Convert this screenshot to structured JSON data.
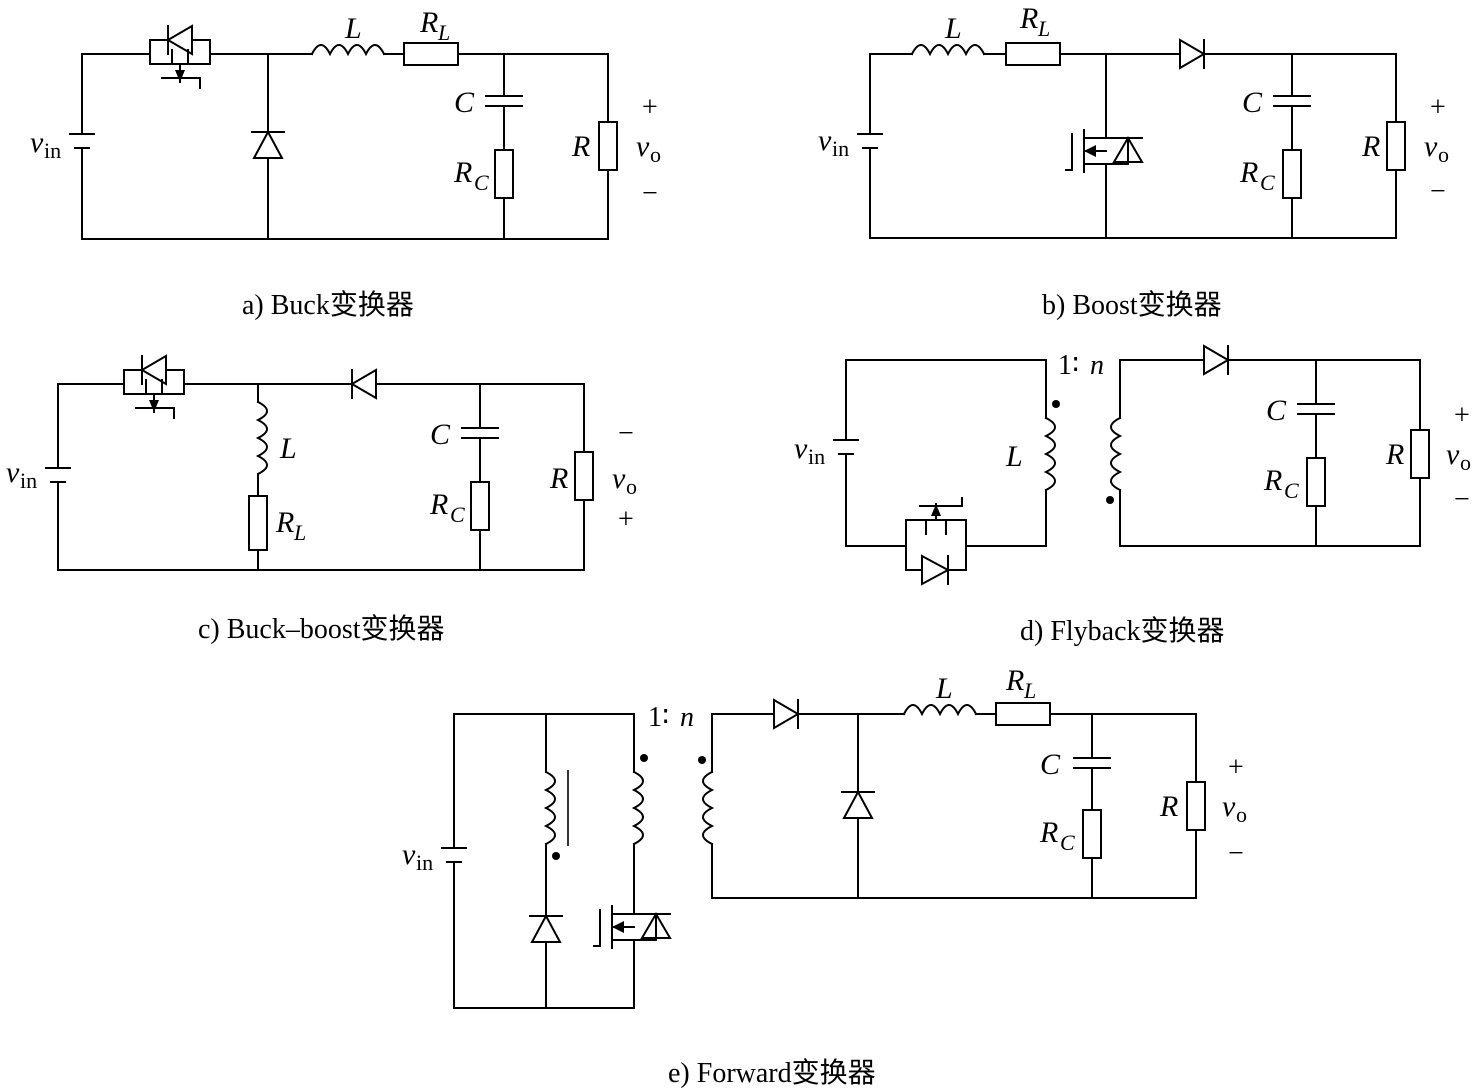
{
  "captions": {
    "a": "a) Buck变换器",
    "b": "b) Boost变换器",
    "c": "c) Buck–boost变换器",
    "d": "d) Flyback变换器",
    "e": "e) Forward变换器"
  },
  "labels": {
    "v": "v",
    "v_in_sub": "in",
    "v_o_sub": "o",
    "L": "L",
    "R": "R",
    "C": "C",
    "R_L_sub": "L",
    "R_C_sub": "C",
    "plus": "+",
    "minus": "−",
    "ratio_one": "1∶",
    "ratio_n": "n"
  }
}
